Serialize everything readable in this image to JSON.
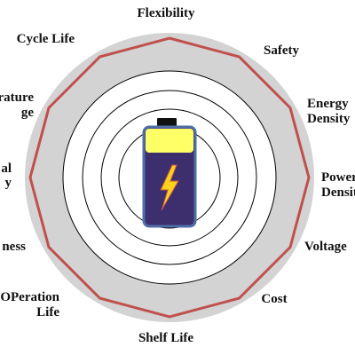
{
  "chart_data": {
    "type": "radar",
    "axes": [
      {
        "lines": [
          "Flexibility"
        ]
      },
      {
        "lines": [
          "Safety"
        ]
      },
      {
        "lines": [
          "Energy",
          "Density"
        ]
      },
      {
        "lines": [
          "Power",
          "Density"
        ]
      },
      {
        "lines": [
          "Voltage"
        ]
      },
      {
        "lines": [
          "Cost"
        ]
      },
      {
        "lines": [
          "Shelf Life"
        ]
      },
      {
        "lines": [
          "OPeration",
          "Life"
        ]
      },
      {
        "lines": [
          "ness"
        ]
      },
      {
        "lines": [
          "al",
          "y"
        ]
      },
      {
        "lines": [
          "rature",
          "ge"
        ]
      },
      {
        "lines": [
          "Cycle Life"
        ]
      }
    ],
    "values": [
      1,
      1,
      1,
      1,
      1,
      1,
      1,
      1,
      1,
      1,
      1,
      1
    ],
    "rings": 4,
    "colors": {
      "background_disc": "#d3d3d3",
      "rings": "#000000",
      "polygon": "#c0504d",
      "inner_disc": "#ffffff"
    },
    "center_icon": "battery-icon",
    "battery": {
      "body_color": "#3d2f6e",
      "top_color": "#ffff66",
      "cap_color": "#111111",
      "border_color": "#4f6ea8",
      "bolt_color": "#ffd11a",
      "bolt_outline": "#c0504d"
    }
  }
}
